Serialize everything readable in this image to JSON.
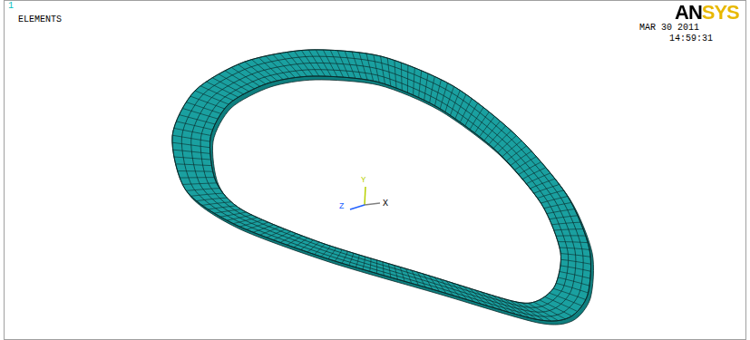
{
  "diagram": {
    "labels": [
      "1",
      "ELEMENTS",
      "ANSYS",
      "MAR 30 2011",
      "14:59:31",
      "Y",
      "Z",
      "X"
    ]
  }
}
